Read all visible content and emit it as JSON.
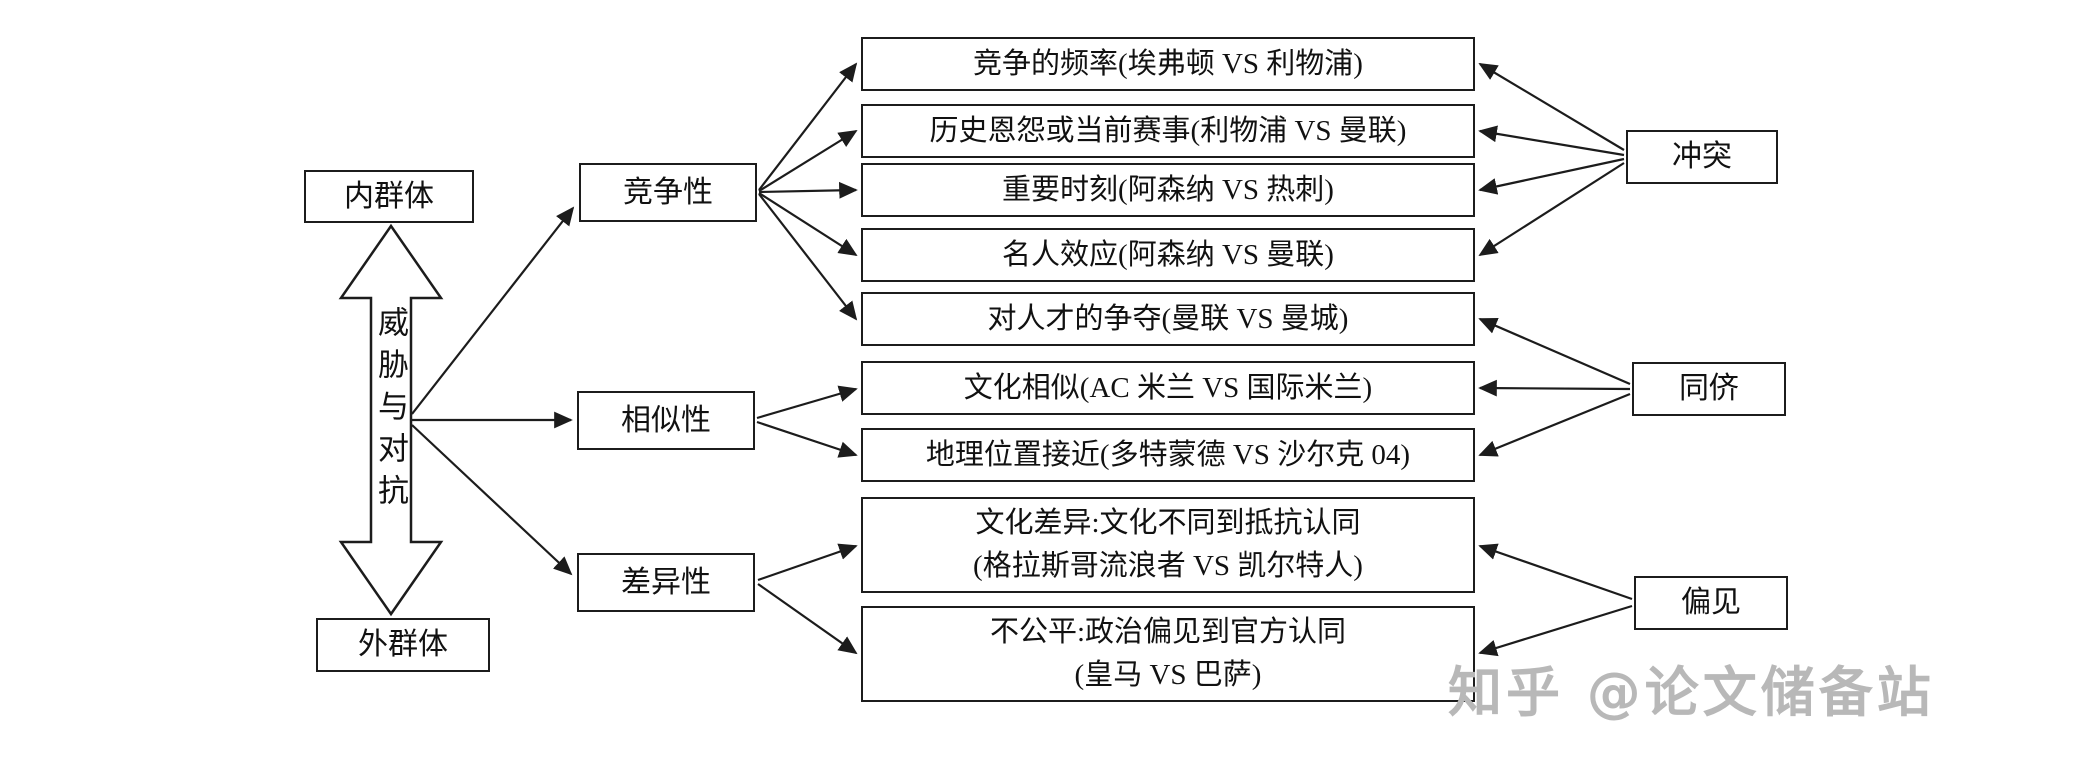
{
  "colors": {
    "line": "#1c1c1c",
    "box_border": "#1c1c1c",
    "box_bg": "#ffffff",
    "page_bg": "#ffffff",
    "watermark": "#b8b8b8"
  },
  "nodes": {
    "ingroup": "内群体",
    "outgroup": "外群体",
    "axis": "威胁与对抗",
    "competitiveness": "竞争性",
    "similarity": "相似性",
    "difference": "差异性",
    "conflict": "冲突",
    "peers": "同侪",
    "prejudice": "偏见"
  },
  "details": [
    {
      "label": "竞争的频率(埃弗顿 VS 利物浦)"
    },
    {
      "label": "历史恩怨或当前赛事(利物浦 VS 曼联)"
    },
    {
      "label": "重要时刻(阿森纳 VS 热刺)"
    },
    {
      "label": "名人效应(阿森纳 VS 曼联)"
    },
    {
      "label": "对人才的争夺(曼联 VS 曼城)"
    },
    {
      "label": "文化相似(AC 米兰 VS 国际米兰)"
    },
    {
      "label": "地理位置接近(多特蒙德 VS 沙尔克 04)"
    },
    {
      "line1": "文化差异:文化不同到抵抗认同",
      "line2": "(格拉斯哥流浪者 VS 凯尔特人)"
    },
    {
      "line1": "不公平:政治偏见到官方认同",
      "line2": "(皇马 VS 巴萨)"
    }
  ],
  "edges": [
    {
      "from": "axis",
      "to": "competitiveness"
    },
    {
      "from": "axis",
      "to": "similarity"
    },
    {
      "from": "axis",
      "to": "difference"
    },
    {
      "from": "competitiveness",
      "to": "detail-0"
    },
    {
      "from": "competitiveness",
      "to": "detail-1"
    },
    {
      "from": "competitiveness",
      "to": "detail-2"
    },
    {
      "from": "competitiveness",
      "to": "detail-3"
    },
    {
      "from": "competitiveness",
      "to": "detail-4"
    },
    {
      "from": "similarity",
      "to": "detail-5"
    },
    {
      "from": "similarity",
      "to": "detail-6"
    },
    {
      "from": "difference",
      "to": "detail-7"
    },
    {
      "from": "difference",
      "to": "detail-8"
    },
    {
      "from": "conflict",
      "to": "detail-0"
    },
    {
      "from": "conflict",
      "to": "detail-1"
    },
    {
      "from": "conflict",
      "to": "detail-2"
    },
    {
      "from": "conflict",
      "to": "detail-3"
    },
    {
      "from": "peers",
      "to": "detail-4"
    },
    {
      "from": "peers",
      "to": "detail-5"
    },
    {
      "from": "peers",
      "to": "detail-6"
    },
    {
      "from": "prejudice",
      "to": "detail-7"
    },
    {
      "from": "prejudice",
      "to": "detail-8"
    }
  ],
  "watermark": "知乎 @论文储备站"
}
